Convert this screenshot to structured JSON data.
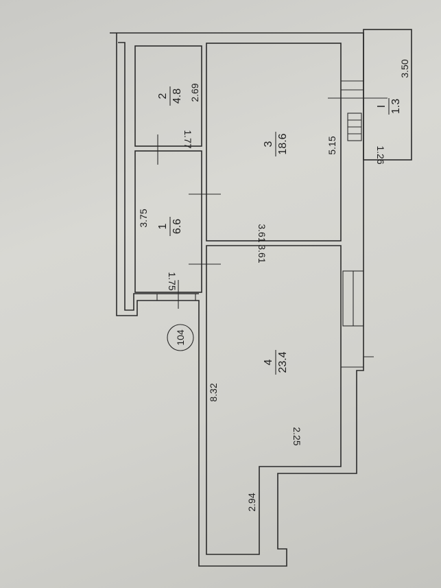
{
  "plan": {
    "unit_number": "104",
    "rooms": [
      {
        "id": "r1",
        "number": "1",
        "area": "6.6"
      },
      {
        "id": "r2",
        "number": "2",
        "area": "4.8"
      },
      {
        "id": "r3",
        "number": "3",
        "area": "18.6"
      },
      {
        "id": "r4",
        "number": "4",
        "area": "23.4"
      },
      {
        "id": "rI",
        "number": "I",
        "area": "1.3"
      }
    ],
    "dimensions": {
      "r1_length": "3.75",
      "r1_width": "1.75",
      "r2_width": "1.77",
      "r2_length": "2.69",
      "r3_length": "5.15",
      "r3_width": "3.61",
      "r4_width": "3.61",
      "r4_length": "8.32",
      "r4_offset": "2.25",
      "r4_bottom": "2.94",
      "balcony_length": "3.50",
      "balcony_width": "1.26"
    }
  }
}
